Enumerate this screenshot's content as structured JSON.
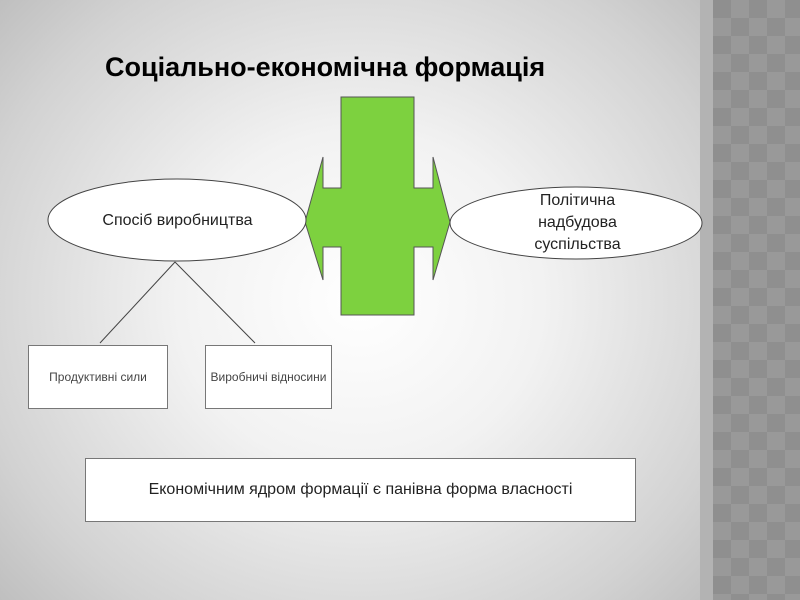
{
  "title": "Соціально-економічна формація",
  "left_ellipse": "Спосіб виробництва",
  "right_ellipse": "Політична надбудова суспільства",
  "box_productive": "Продуктивні сили",
  "box_relations": "Виробничі відносини",
  "bottom_statement": "Економічним ядром формації є панівна форма власності",
  "colors": {
    "arrow": "#7dd13f"
  }
}
